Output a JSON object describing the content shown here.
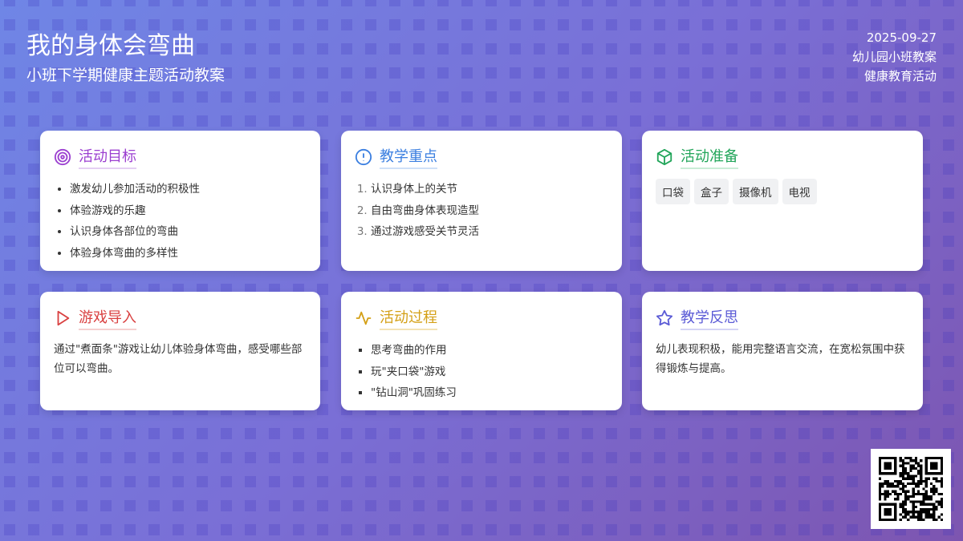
{
  "header": {
    "title": "我的身体会弯曲",
    "subtitle": "小班下学期健康主题活动教案",
    "date": "2025-09-27",
    "category": "幼儿园小班教案",
    "type": "健康教育活动"
  },
  "cards": {
    "goals": {
      "title": "活动目标",
      "icon": "target-icon",
      "color": "#9b3fd0",
      "items": [
        "激发幼儿参加活动的积极性",
        "体验游戏的乐趣",
        "认识身体各部位的弯曲",
        "体验身体弯曲的多样性"
      ]
    },
    "focus": {
      "title": "教学重点",
      "icon": "alert-circle-icon",
      "color": "#3b7fe0",
      "items": [
        "认识身体上的关节",
        "自由弯曲身体表现造型",
        "通过游戏感受关节灵活"
      ]
    },
    "prep": {
      "title": "活动准备",
      "icon": "box-icon",
      "color": "#22a55a",
      "items": [
        "口袋",
        "盒子",
        "摄像机",
        "电视"
      ]
    },
    "intro": {
      "title": "游戏导入",
      "icon": "play-icon",
      "color": "#d94040",
      "text": "通过\"煮面条\"游戏让幼儿体验身体弯曲，感受哪些部位可以弯曲。"
    },
    "process": {
      "title": "活动过程",
      "icon": "activity-icon",
      "color": "#d4a017",
      "items": [
        "思考弯曲的作用",
        "玩\"夹口袋\"游戏",
        "\"钻山洞\"巩固练习"
      ]
    },
    "reflection": {
      "title": "教学反思",
      "icon": "star-icon",
      "color": "#5b5bd6",
      "text": "幼儿表现积极，能用完整语言交流，在宽松氛围中获得锻炼与提高。"
    }
  }
}
